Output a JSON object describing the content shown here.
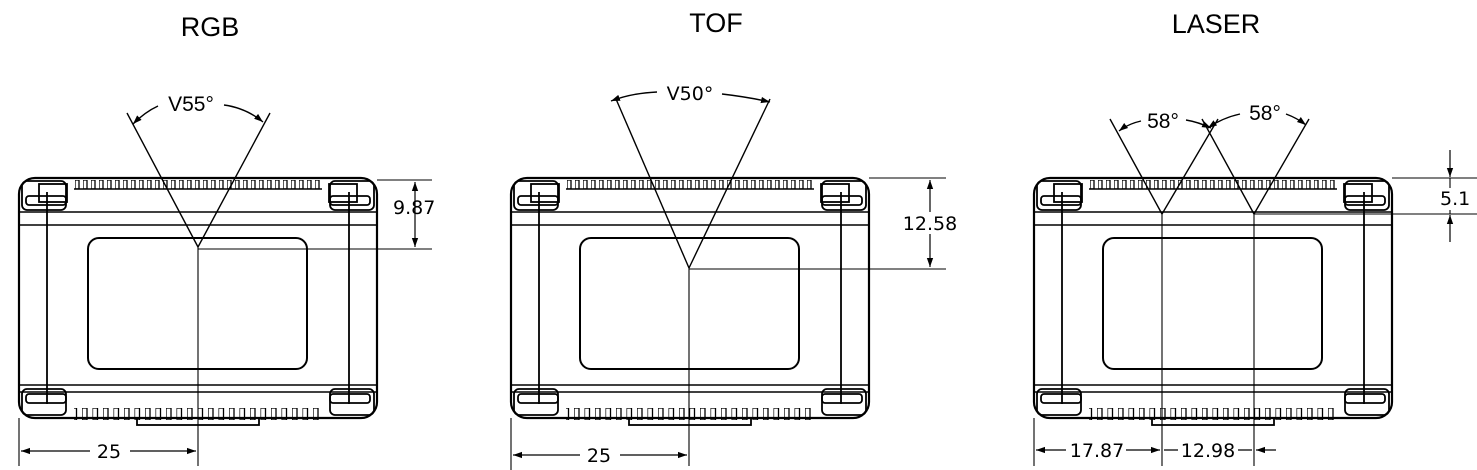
{
  "sensors": [
    {
      "title": "RGB",
      "fov_labels": [
        "V55°"
      ],
      "height_label": "9.87",
      "offset_labels": [
        "25"
      ]
    },
    {
      "title": "TOF",
      "fov_labels": [
        "V50°"
      ],
      "height_label": "12.58",
      "offset_labels": [
        "25"
      ]
    },
    {
      "title": "LASER",
      "fov_labels": [
        "58°",
        "58°"
      ],
      "height_label": "5.1",
      "offset_labels": [
        "17.87",
        "12.98"
      ]
    }
  ],
  "colors": {
    "line": "#000000",
    "background": "#ffffff"
  }
}
